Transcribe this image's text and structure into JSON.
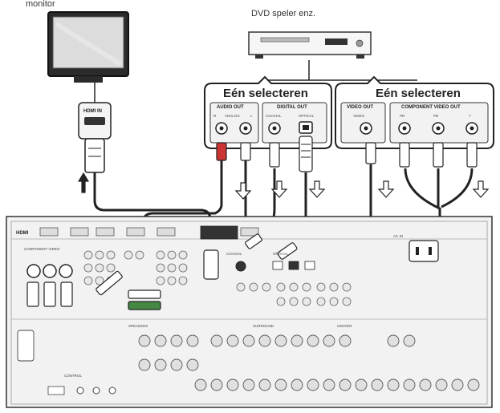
{
  "devices": {
    "monitor": "monitor",
    "dvd": "DVD speler enz."
  },
  "callouts": {
    "left_title": "Eén selecteren",
    "right_title": "Eén selecteren"
  },
  "dvd_panel": {
    "audio_out": "AUDIO OUT",
    "analog": "ANALOG",
    "r": "R",
    "l": "L",
    "digital_out": "DIGITAL OUT",
    "coaxial": "COAXIAL",
    "optical": "OPTICAL",
    "video_out": "VIDEO OUT",
    "video": "VIDEO",
    "component_out": "COMPONENT VIDEO OUT",
    "pr": "PR",
    "pb": "PB",
    "y": "Y"
  },
  "monitor_panel": {
    "hdmi_in": "HDMI IN"
  },
  "receiver": {
    "hdmi": "HDMI",
    "component_video": "COMPONENT VIDEO",
    "coaxial": "COAXIAL",
    "optical": "OPTICAL",
    "control": "CONTROL",
    "speakers": "SPEAKERS",
    "surround": "SURROUND",
    "center": "CENTER",
    "ac_in": "AC IN"
  },
  "colors": {
    "cable": "#222222",
    "plug_red": "#cc3333",
    "plug_white": "#ffffff",
    "plug_green": "#448844",
    "plug_blue": "#3355aa",
    "panel_fill": "#f2f2f2",
    "callout_fill": "#ffffff"
  },
  "icons": [
    "arrow-up-icon",
    "arrow-down-icon"
  ]
}
